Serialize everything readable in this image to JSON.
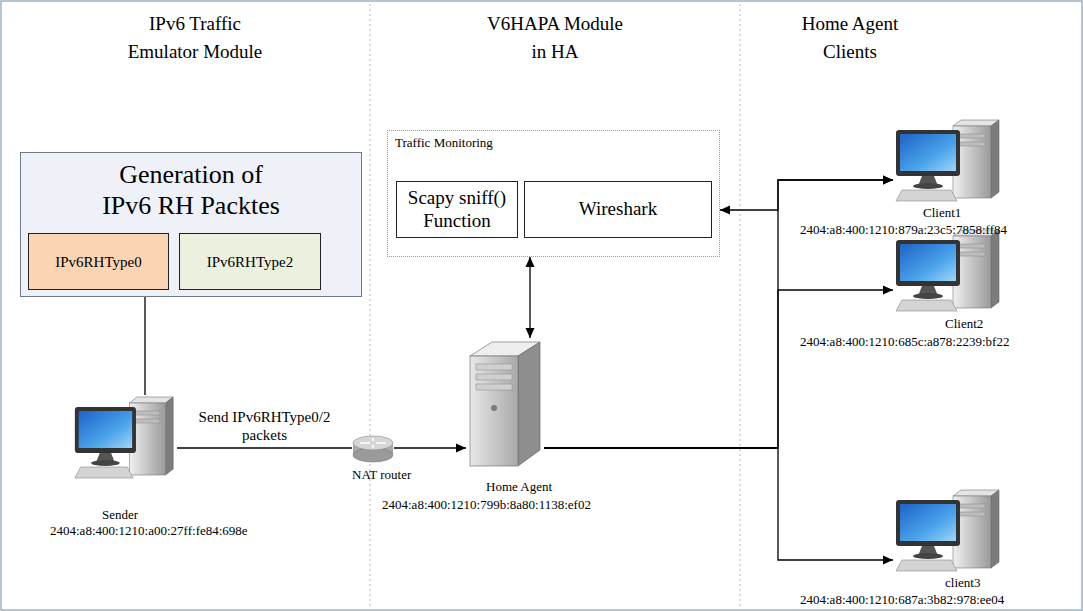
{
  "diagram": {
    "nodes": [
      {
        "text": [
          "Generation of IPv6 RH Packtes"
        ]
      },
      {
        "text": [
          "IPv6RHType0"
        ],
        "in": 0
      },
      {
        "text": [
          "IPv6RHType2"
        ],
        "in": 0
      },
      {
        "text": [
          "Traffic Monitoring"
        ]
      },
      {
        "text": [
          "Scapy sniff() Function"
        ],
        "in": 3
      },
      {
        "text": [
          "Wireshark"
        ],
        "in": 3
      },
      {
        "text": [
          "Sender",
          "2404:a8:400:1210:a00:27ff:fe84:698e"
        ]
      },
      {
        "text": [
          "NAT router"
        ]
      },
      {
        "text": [
          "Home Agent",
          "2404:a8:400:1210:799b:8a80:1138:ef02"
        ]
      },
      {
        "text": [
          "Client1",
          "2404:a8:400:1210:879a:23c5:7858:ff84"
        ]
      },
      {
        "text": [
          "Client2",
          "2404:a8:400:1210:685c:a878:2239:bf22"
        ]
      },
      {
        "text": [
          "client3",
          "2404:a8:400:1210:687a:3b82:978:ee04"
        ]
      }
    ],
    "edges": [
      {
        "from": 0,
        "to": 6,
        "arrow": "none"
      },
      {
        "from": 6,
        "to": 7,
        "label": "Send IPv6RHType0/2 packets",
        "arrow": "none"
      },
      {
        "from": 7,
        "to": 8,
        "arrow": "to"
      },
      {
        "from": 8,
        "to": 3,
        "arrow": "both"
      },
      {
        "from": 3,
        "to": 9,
        "arrow": "both"
      },
      {
        "from": 8,
        "to": 9,
        "arrow": "to"
      },
      {
        "from": 8,
        "to": 10,
        "arrow": "to"
      },
      {
        "from": 8,
        "to": 11,
        "arrow": "to"
      }
    ],
    "labels": [
      "IPv6 Traffic Emulator Module",
      "V6HAPA Module in HA",
      "Home Agent Clients"
    ]
  }
}
